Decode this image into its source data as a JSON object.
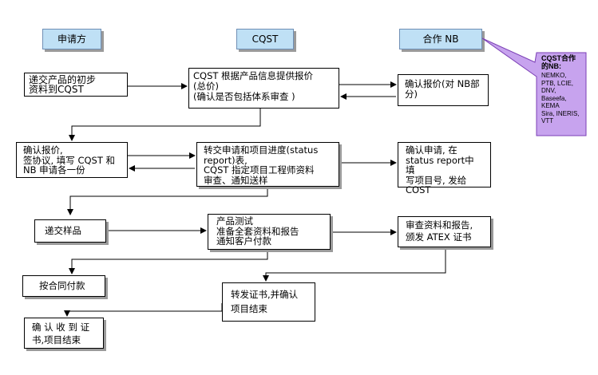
{
  "colors": {
    "header_fill": "#bfe0f5",
    "header_border": "#6f8fb5",
    "callout_fill": "#c7a3ee",
    "callout_border": "#7b3fb5",
    "line": "#000000"
  },
  "headers": {
    "applicant": "申请方",
    "cqst": "CQST",
    "partner_nb": "合作 NB"
  },
  "callout": {
    "title": "CQST合作\n的NB:",
    "list": "NEMKO,\nPTB, LCIE,\nDNV,\nBaseefa,\nKEMA\nSira, INERIS,\nVTT"
  },
  "steps": {
    "submit_materials": "递交产品的初步\n资料到CQST",
    "cqst_quote": "CQST 根据产品信息提供报价\n(总价)\n(确认是否包括体系审查 )",
    "nb_confirm_quote": "确认报价(对 NB部\n分)",
    "applicant_confirm": "确认报价,\n签协议, 填写 CQST 和\nNB 申请各一份",
    "forward_application": "转交申请和项目进度(status\nreport)表,\nCQST 指定项目工程师资料\n审查、通知送样",
    "nb_confirm_application": "确认申请, 在\nstatus report中填\n写项目号, 发给\nCOST",
    "submit_samples": "递交样品",
    "product_test": "产品测试\n准备全套资料和报告\n通知客户付款",
    "nb_issue_cert": "审查资料和报告,\n颁发 ATEX 证书",
    "pay_contract": "按合同付款",
    "forward_cert": "转发证书,并确认\n项目结束",
    "confirm_receipt": "确 认 收 到 证\n书,项目结束"
  }
}
